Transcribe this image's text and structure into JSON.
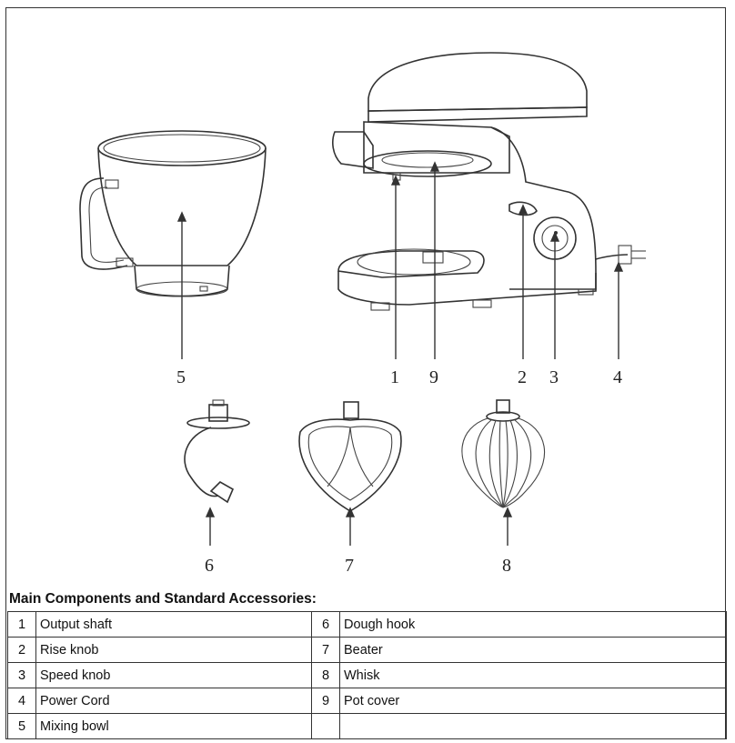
{
  "callouts": [
    {
      "id": "callout-1",
      "text": "1"
    },
    {
      "id": "callout-9",
      "text": "9"
    },
    {
      "id": "callout-2",
      "text": "2"
    },
    {
      "id": "callout-3",
      "text": "3"
    },
    {
      "id": "callout-4",
      "text": "4"
    },
    {
      "id": "callout-5",
      "text": "5"
    },
    {
      "id": "callout-6",
      "text": "6"
    },
    {
      "id": "callout-7",
      "text": "7"
    },
    {
      "id": "callout-8",
      "text": "8"
    }
  ],
  "table": {
    "title": "Main Components and Standard Accessories:",
    "rows": [
      {
        "left": {
          "num": "1",
          "name": "Output shaft"
        },
        "right": {
          "num": "6",
          "name": "Dough hook"
        }
      },
      {
        "left": {
          "num": "2",
          "name": "Rise knob"
        },
        "right": {
          "num": "7",
          "name": "Beater"
        }
      },
      {
        "left": {
          "num": "3",
          "name": "Speed knob"
        },
        "right": {
          "num": "8",
          "name": "Whisk"
        }
      },
      {
        "left": {
          "num": "4",
          "name": "Power Cord"
        },
        "right": {
          "num": "9",
          "name": "Pot cover"
        }
      },
      {
        "left": {
          "num": "5",
          "name": "Mixing bowl"
        },
        "right": {
          "num": "",
          "name": ""
        }
      }
    ]
  }
}
